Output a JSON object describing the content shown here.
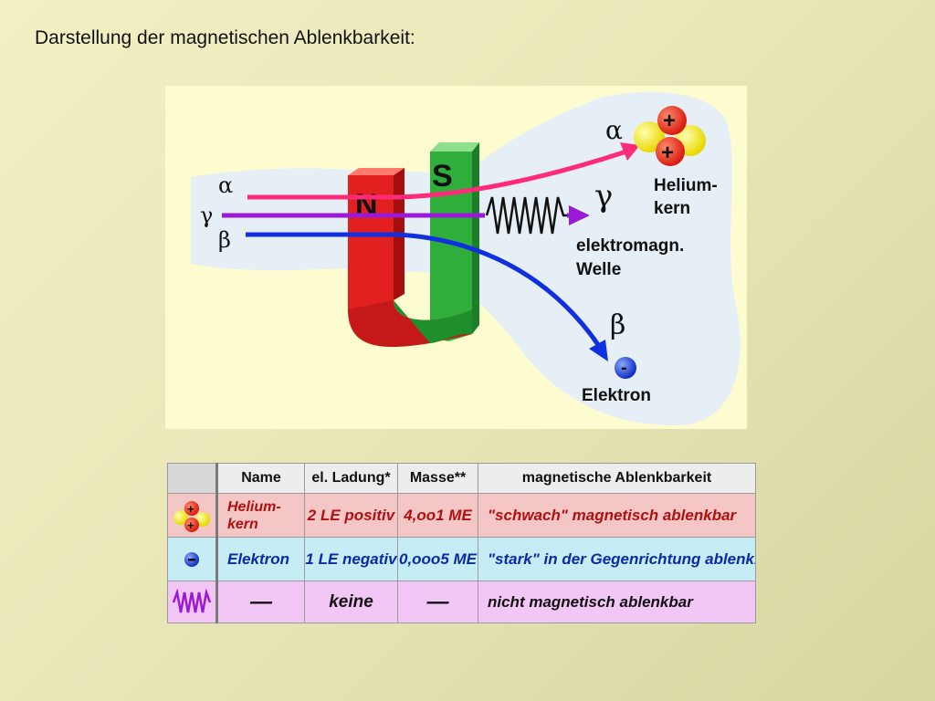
{
  "title": "Darstellung der magnetischen Ablenkbarkeit:",
  "diagram": {
    "alpha_symbol": "α",
    "gamma_symbol": "γ",
    "beta_symbol": "β",
    "magnet_north": "N",
    "magnet_south": "S",
    "helium_label_line1": "Helium-",
    "helium_label_line2": "kern",
    "wave_label_line1": "elektromagn.",
    "wave_label_line2": "Welle",
    "electron_label": "Elektron",
    "plus_sign": "+",
    "minus_sign": "-",
    "colors": {
      "alpha": "#ff2a78",
      "gamma": "#9a1ad8",
      "beta": "#1030e0",
      "north": "#e02020",
      "south": "#30b040"
    }
  },
  "table": {
    "headers": [
      "Name",
      "el. Ladung*",
      "Masse**",
      "magnetische Ablenkbarkeit"
    ],
    "rows": [
      {
        "icon": "helium-nucleus-icon",
        "name_line1": "Helium-",
        "name_line2": "kern",
        "charge": "2 LE positiv",
        "mass": "4,oo1 ME",
        "deflection": "\"schwach\" magnetisch ablenkbar"
      },
      {
        "icon": "electron-icon",
        "name": "Elektron",
        "charge": "1 LE negativ",
        "mass": "0,ooo5 ME",
        "deflection": "\"stark\" in der Gegenrichtung ablenkbar"
      },
      {
        "icon": "wave-icon",
        "name": "—",
        "charge": "keine",
        "mass": "—",
        "deflection": "nicht magnetisch ablenkbar"
      }
    ]
  }
}
